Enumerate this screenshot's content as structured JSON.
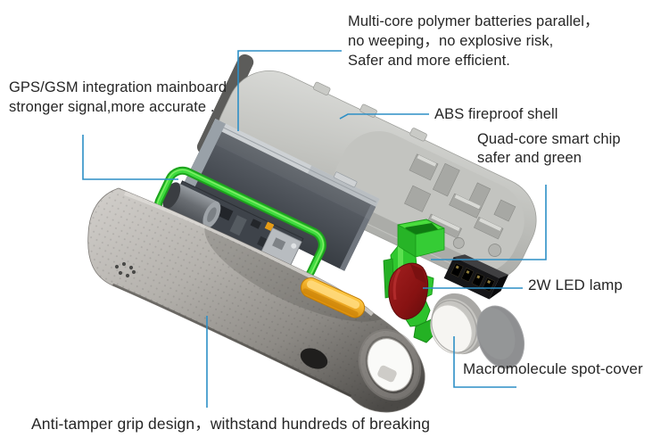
{
  "title": "GPS lock exploded-view feature diagram",
  "colors": {
    "background": "#ffffff",
    "leader_line": "#2d8fc6",
    "text": "#262626",
    "green_part": "#2fc82f",
    "red_part": "#8c1414",
    "orange_button": "#f2a318",
    "battery_gray": "#4d525a",
    "shell_gray": "#c6c7c3",
    "body_gray": "#a5a29d"
  },
  "labels": {
    "batteries": {
      "line1": "Multi-core polymer batteries parallel，",
      "line2": "no weeping，no explosive risk,",
      "line3": "Safer and more efficient."
    },
    "mainboard": {
      "line1": "GPS/GSM integration mainboard",
      "line2": "stronger signal,more accurate ."
    },
    "shell": {
      "text": "ABS fireproof shell"
    },
    "smart_chip": {
      "line1": "Quad-core smart chip",
      "line2": "safer and green"
    },
    "led": {
      "text": "2W LED lamp"
    },
    "spot_cover": {
      "text": "Macromolecule spot-cover"
    },
    "grip": {
      "text": "Anti-tamper grip design，withstand hundreds of breaking"
    }
  }
}
